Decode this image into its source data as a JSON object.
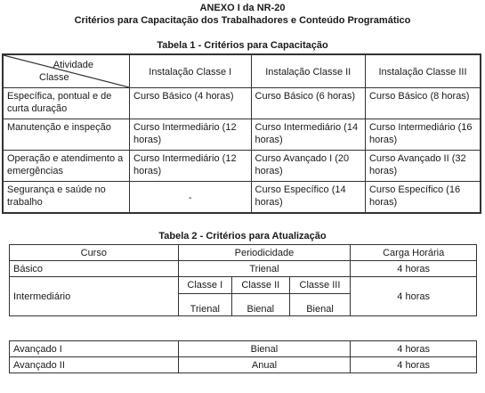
{
  "header": {
    "line1": "ANEXO I da NR-20",
    "line2": "Critérios para Capacitação dos Trabalhadores e Conteúdo Programático"
  },
  "table1": {
    "title": "Tabela 1 - Critérios para Capacitação",
    "corner_top": "Atividade",
    "corner_bottom": "Classe",
    "columns": [
      "Instalação Classe I",
      "Instalação Classe II",
      "Instalação Classe III"
    ],
    "rows": [
      {
        "label": "Específica, pontual e de curta duração",
        "cells": [
          "Curso Básico (4 horas)",
          "Curso Básico (6 horas)",
          "Curso Básico (8 horas)"
        ]
      },
      {
        "label": "Manutenção e inspeção",
        "cells": [
          "Curso Intermediário (12 horas)",
          "Curso Intermediário (14 horas)",
          "Curso Intermediário (16 horas)"
        ]
      },
      {
        "label": "Operação e atendimento a emergências",
        "cells": [
          "Curso Intermediário (12 horas)",
          "Curso Avançado I (20 horas)",
          "Curso Avançado II (32 horas)"
        ]
      },
      {
        "label": "Segurança e saúde no trabalho",
        "cells": [
          "-",
          "Curso Específico (14 horas)",
          "Curso Específico (16 horas)"
        ]
      }
    ]
  },
  "table2": {
    "title": "Tabela 2 - Critérios para Atualização",
    "columns": [
      "Curso",
      "Periodicidade",
      "Carga Horária"
    ],
    "basico": {
      "curso": "Básico",
      "periodicidade": "Trienal",
      "carga": "4 horas"
    },
    "intermediario": {
      "curso": "Intermediário",
      "classes": [
        "Classe I",
        "Classe II",
        "Classe III"
      ],
      "periodicidades": [
        "Trienal",
        "Bienal",
        "Bienal"
      ],
      "carga": "4 horas"
    },
    "avancado1": {
      "curso": "Avançado I",
      "periodicidade": "Bienal",
      "carga": "4 horas"
    },
    "avancado2": {
      "curso": "Avançado II",
      "periodicidade": "Anual",
      "carga": "4 horas"
    }
  }
}
